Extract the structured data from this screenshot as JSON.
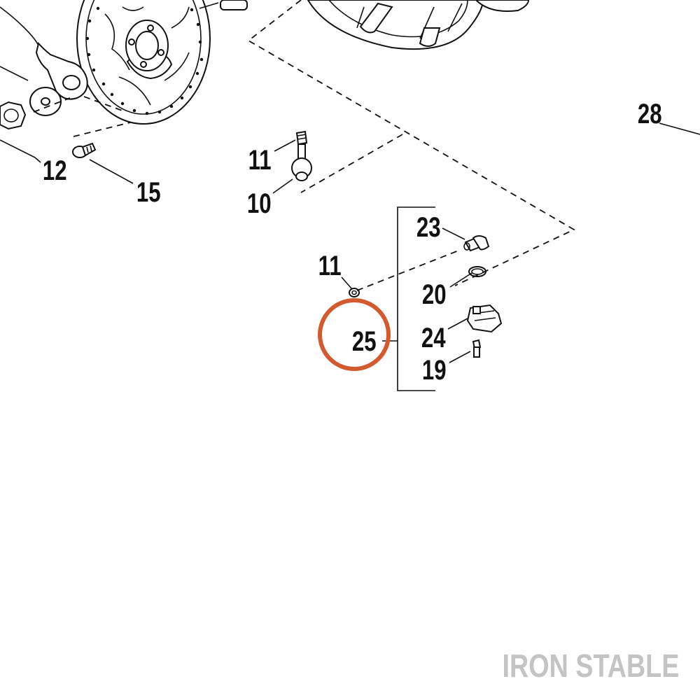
{
  "callouts": {
    "c28": "28",
    "c12": "12",
    "c15": "15",
    "c11a": "11",
    "c10": "10",
    "c23": "23",
    "c11b": "11",
    "c20": "20",
    "c24": "24",
    "c25": "25",
    "c19": "19"
  },
  "highlight": {
    "callout": "25",
    "color": "#d3592e"
  },
  "watermark": {
    "text": "IRON STABLE",
    "color": "#c4c4c4"
  }
}
